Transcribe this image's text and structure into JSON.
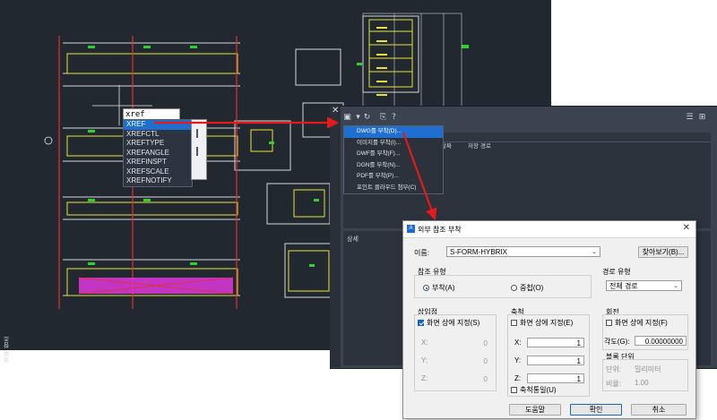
{
  "command_line": {
    "input": "xref"
  },
  "autocomplete": {
    "items": [
      "XREF",
      "XREFCTL",
      "XREFTYPE",
      "XREFANGLE",
      "XREFINSPT",
      "XREFSCALE",
      "XREFNOTIFY"
    ],
    "selected": "XREF"
  },
  "ref_palette": {
    "vertical_title": "외부 참조",
    "columns": {
      "col1": "날짜",
      "col2": "저장 경로"
    },
    "details_label": "상세",
    "attach_menu": [
      "DWG를 부착(D)...",
      "이미지를 부착(I)...",
      "DWF를 부착(F)...",
      "DGN를 부착(N)...",
      "PDF를 부착(P)...",
      "포인트 클라우드 첨부(C)"
    ],
    "attach_selected": "DWG를 부착(D)..."
  },
  "dialog": {
    "title": "외부 참조 부착",
    "name_label": "이름:",
    "name_value": "S-FORM-HYBRIX",
    "browse_label": "찾아보기(B)...",
    "ref_type": {
      "title": "참조 유형",
      "attach": "부착(A)",
      "overlay": "중첩(O)",
      "selected": "attach"
    },
    "path_type": {
      "title": "경로 유형",
      "value": "전체 경로"
    },
    "insertion": {
      "title": "삽입점",
      "onscreen_label": "화면 상에 지정(S)",
      "onscreen_checked": true,
      "x_label": "X:",
      "y_label": "Y:",
      "z_label": "Z:",
      "x": "0",
      "y": "0",
      "z": "0"
    },
    "scale": {
      "title": "축척",
      "onscreen_label": "화면 상에 지정(E)",
      "onscreen_checked": false,
      "x_label": "X:",
      "y_label": "Y:",
      "z_label": "Z:",
      "x": "1",
      "y": "1",
      "z": "1",
      "uniform_label": "축척통일(U)",
      "uniform_checked": false
    },
    "rotation": {
      "title": "회전",
      "onscreen_label": "화면 상에 지정(F)",
      "onscreen_checked": false,
      "angle_label": "각도(G):",
      "angle_value": "0.00000000"
    },
    "block_unit": {
      "title": "블록 단위",
      "unit_label": "단위:",
      "unit_value": "밀리미터",
      "factor_label": "비율:",
      "factor_value": "1.00"
    },
    "buttons": {
      "help": "도움말",
      "ok": "확인",
      "cancel": "취소"
    }
  },
  "colors": {
    "canvas": "#212830",
    "accent": "#1f6fd1",
    "arrow": "#e51a1a",
    "drawing_white": "#e8e8e8",
    "drawing_yellow": "#e6e23a",
    "drawing_green": "#2fd12f",
    "drawing_red": "#e03030",
    "drawing_magenta": "#d437d4"
  }
}
